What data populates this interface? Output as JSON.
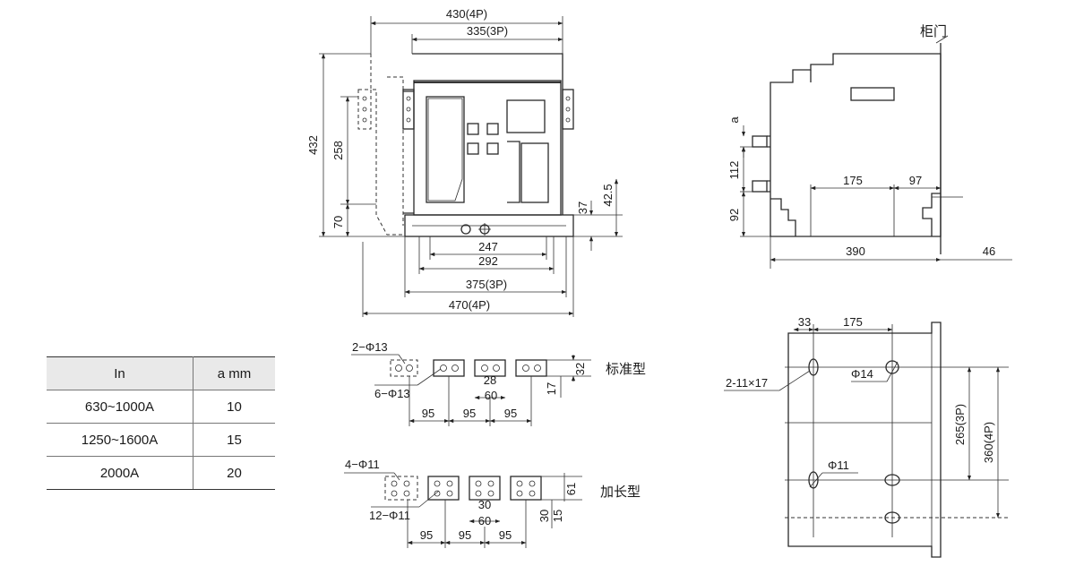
{
  "front_view": {
    "dims": {
      "w430": "430(4P)",
      "w335": "335(3P)",
      "h432": "432",
      "h258": "258",
      "h70": "70",
      "h37": "37",
      "h42_5": "42.5",
      "w247": "247",
      "w292": "292",
      "w375": "375(3P)",
      "w470": "470(4P)"
    }
  },
  "side_view": {
    "door_label": "柜门",
    "dims": {
      "a": "a",
      "d112": "112",
      "d92": "92",
      "d175": "175",
      "d97": "97",
      "d390": "390",
      "d46": "46"
    }
  },
  "terminals": {
    "standard": {
      "label": "标准型",
      "dims": {
        "holes_big": "2−Φ13",
        "holes_small": "6−Φ13",
        "d28": "28",
        "d60": "60",
        "d32": "32",
        "d17": "17",
        "p1": "95",
        "p2": "95",
        "p3": "95"
      }
    },
    "extended": {
      "label": "加长型",
      "dims": {
        "holes_big": "4−Φ11",
        "holes_small": "12−Φ11",
        "d30a": "30",
        "d60": "60",
        "d61": "61",
        "d30b": "30",
        "d15": "15",
        "p1": "95",
        "p2": "95",
        "p3": "95"
      }
    }
  },
  "mounting_view": {
    "dims": {
      "d33": "33",
      "d175": "175",
      "slots": "2-11×17",
      "phi14": "Φ14",
      "phi11": "Φ11",
      "d265": "265(3P)",
      "d360": "360(4P)"
    }
  },
  "spec_table": {
    "headers": [
      "In",
      "a mm"
    ],
    "rows": [
      [
        "630~1000A",
        "10"
      ],
      [
        "1250~1600A",
        "15"
      ],
      [
        "2000A",
        "20"
      ]
    ]
  }
}
